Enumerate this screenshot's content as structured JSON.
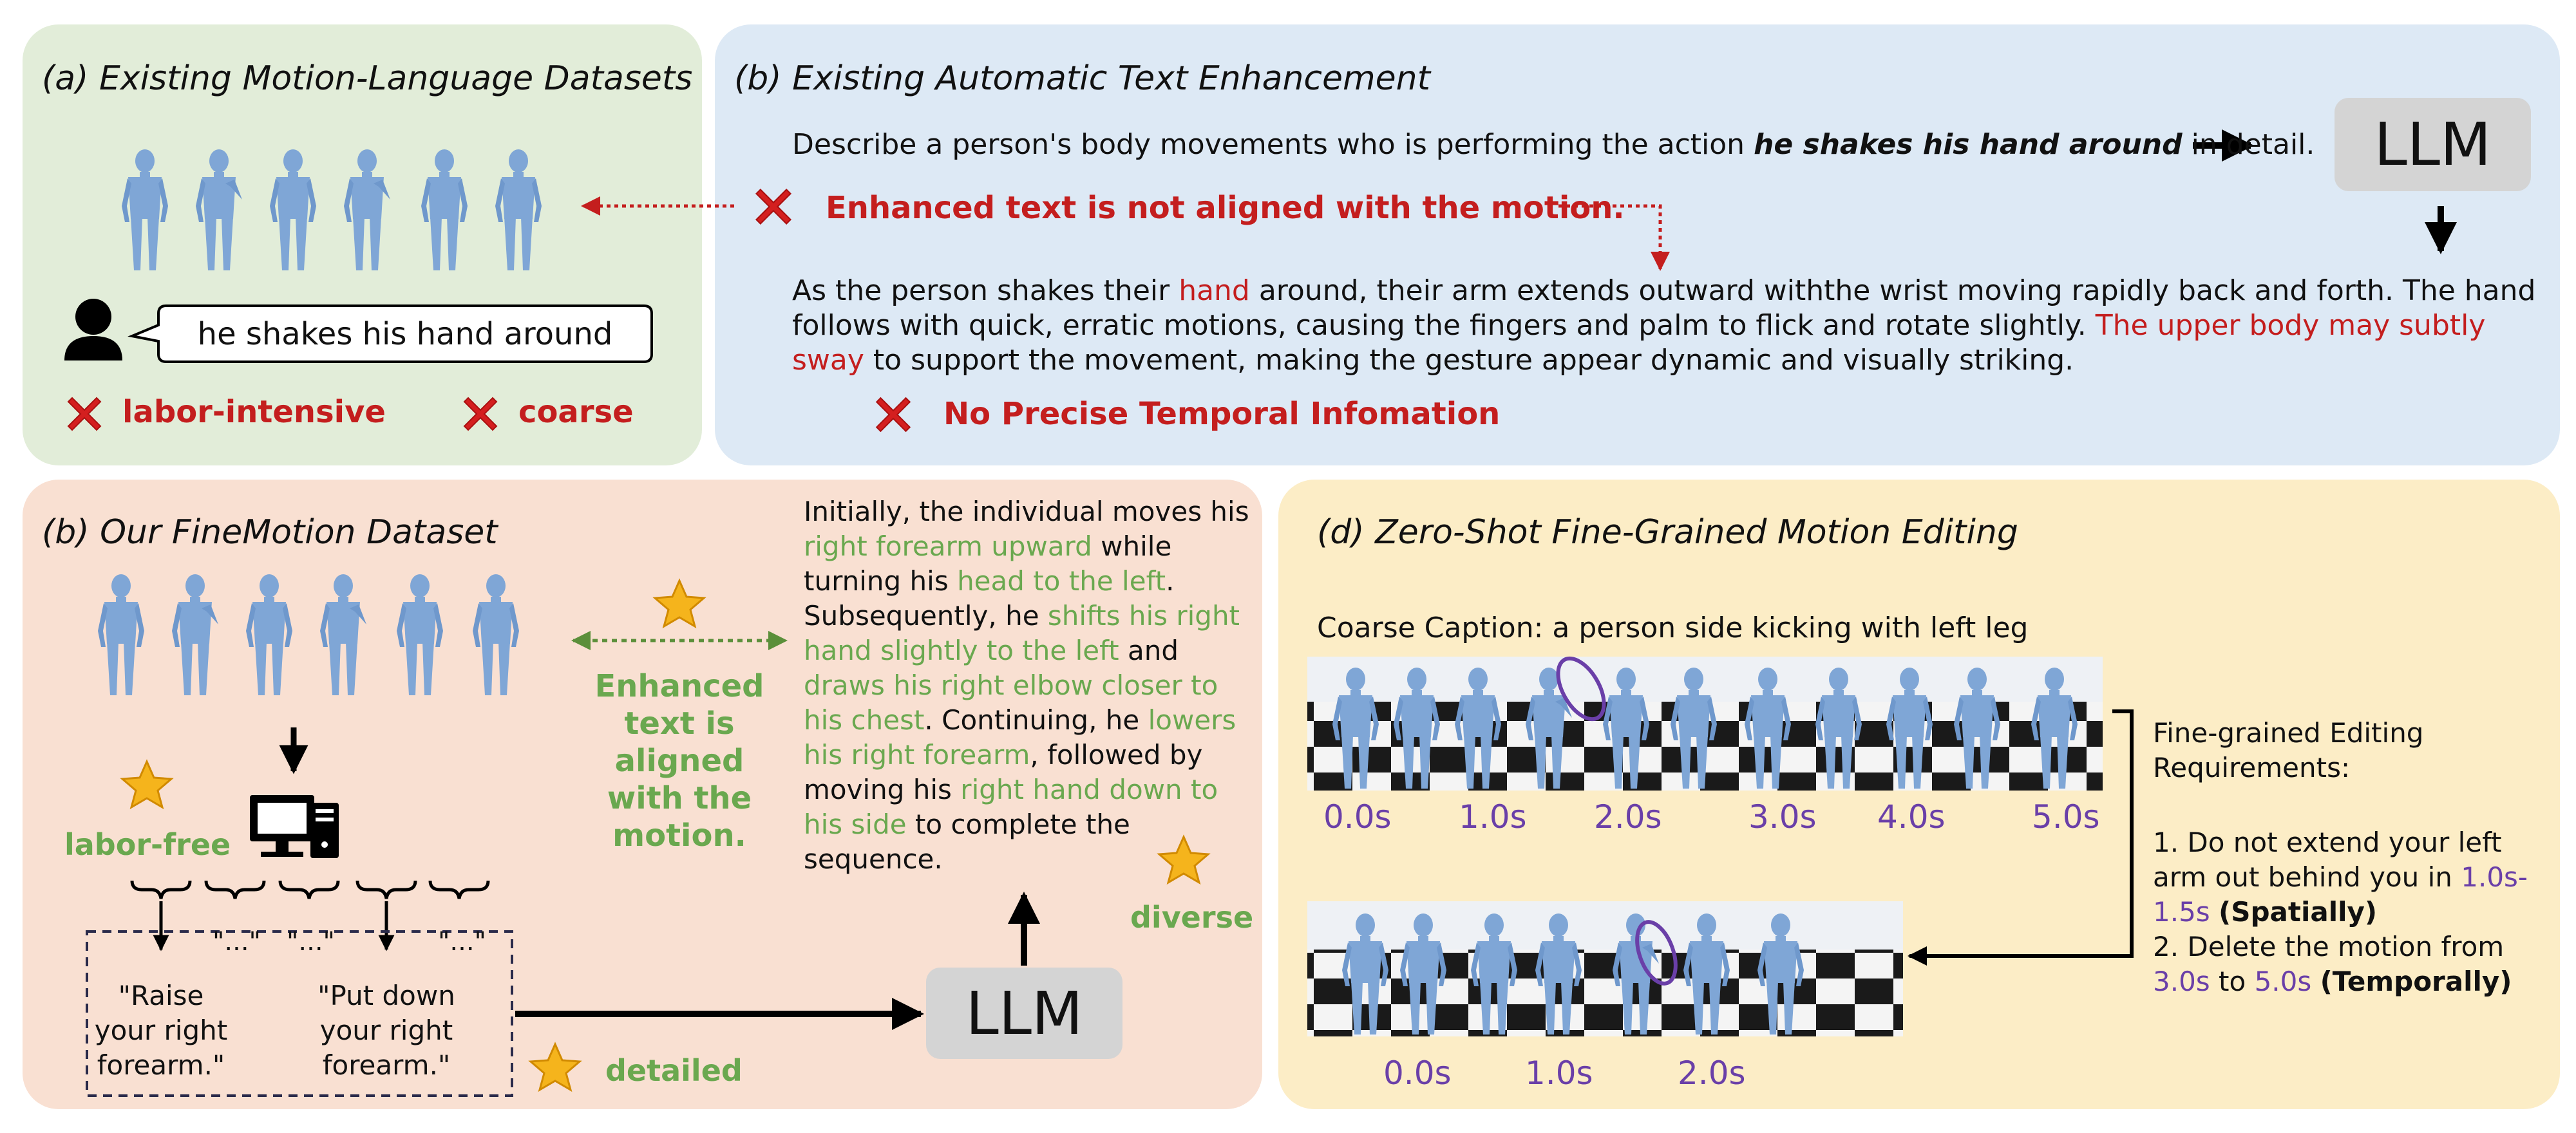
{
  "panel_a": {
    "title": "(a) Existing Motion-Language Datasets",
    "caption": "he shakes his hand around",
    "con1": "labor-intensive",
    "con2": "coarse"
  },
  "panel_b": {
    "title": "(b) Existing Automatic Text Enhancement",
    "prompt_pre": "Describe a person's body movements who is performing the action ",
    "prompt_bold": "he shakes his hand around",
    "prompt_post": " in detail.",
    "llm": "LLM",
    "misaligned": "Enhanced text is not aligned with the motion.",
    "out_1": "As the person shakes their ",
    "out_hand": "hand",
    "out_2": " around, their arm extends outward withthe wrist moving rapidly back and forth. The hand follows with quick, erratic motions, causing the fingers and palm to flick and rotate slightly. ",
    "out_upper": "The upper body may subtly sway",
    "out_3": " to support the movement, making the gesture appear dynamic and visually striking.",
    "no_temporal": "No Precise Temporal Infomation"
  },
  "panel_c": {
    "title": "(b) Our FineMotion Dataset",
    "labor_free": "labor-free",
    "ellipsis": "\"...\"",
    "quote1": "\"Raise your right forearm.\"",
    "quote2": "\"Put down your right forearm.\"",
    "detailed": "detailed",
    "llm": "LLM",
    "aligned": "Enhanced text is aligned with the motion.",
    "diverse": "diverse",
    "d1": "Initially, the individual moves his ",
    "d2": "right forearm upward",
    "d3": " while turning his ",
    "d4": "head to the left",
    "d5": ". Subsequently, he ",
    "d6": "shifts his right hand slightly to the left",
    "d7": " and ",
    "d8": "draws his right elbow closer to his chest",
    "d9": ". Continuing, he ",
    "d10": "lowers his right forearm",
    "d11": ", followed by moving his ",
    "d12": "right hand down to his side",
    "d13": " to complete the sequence."
  },
  "panel_d": {
    "title": "(d) Zero-Shot Fine-Grained Motion Editing",
    "coarse": "Coarse Caption: a person side kicking with left leg",
    "times_top": [
      "0.0s",
      "1.0s",
      "2.0s",
      "3.0s",
      "4.0s",
      "5.0s"
    ],
    "times_bottom": [
      "0.0s",
      "1.0s",
      "2.0s"
    ],
    "req_title": "Fine-grained Editing Requirements:",
    "req1_a": "1. Do not extend your left arm out behind you in ",
    "req1_time": "1.0s-1.5s",
    "req1_b": "(Spatially)",
    "req2_a": "2. Delete the motion from ",
    "req2_t1": "3.0s",
    "req2_mid": " to ",
    "req2_t2": "5.0s",
    "req2_b": "(Temporally)"
  },
  "colors": {
    "red": "#c41e1e",
    "green": "#6aa84f",
    "purple": "#6a3fa8",
    "figure": "#7fa6d6"
  }
}
